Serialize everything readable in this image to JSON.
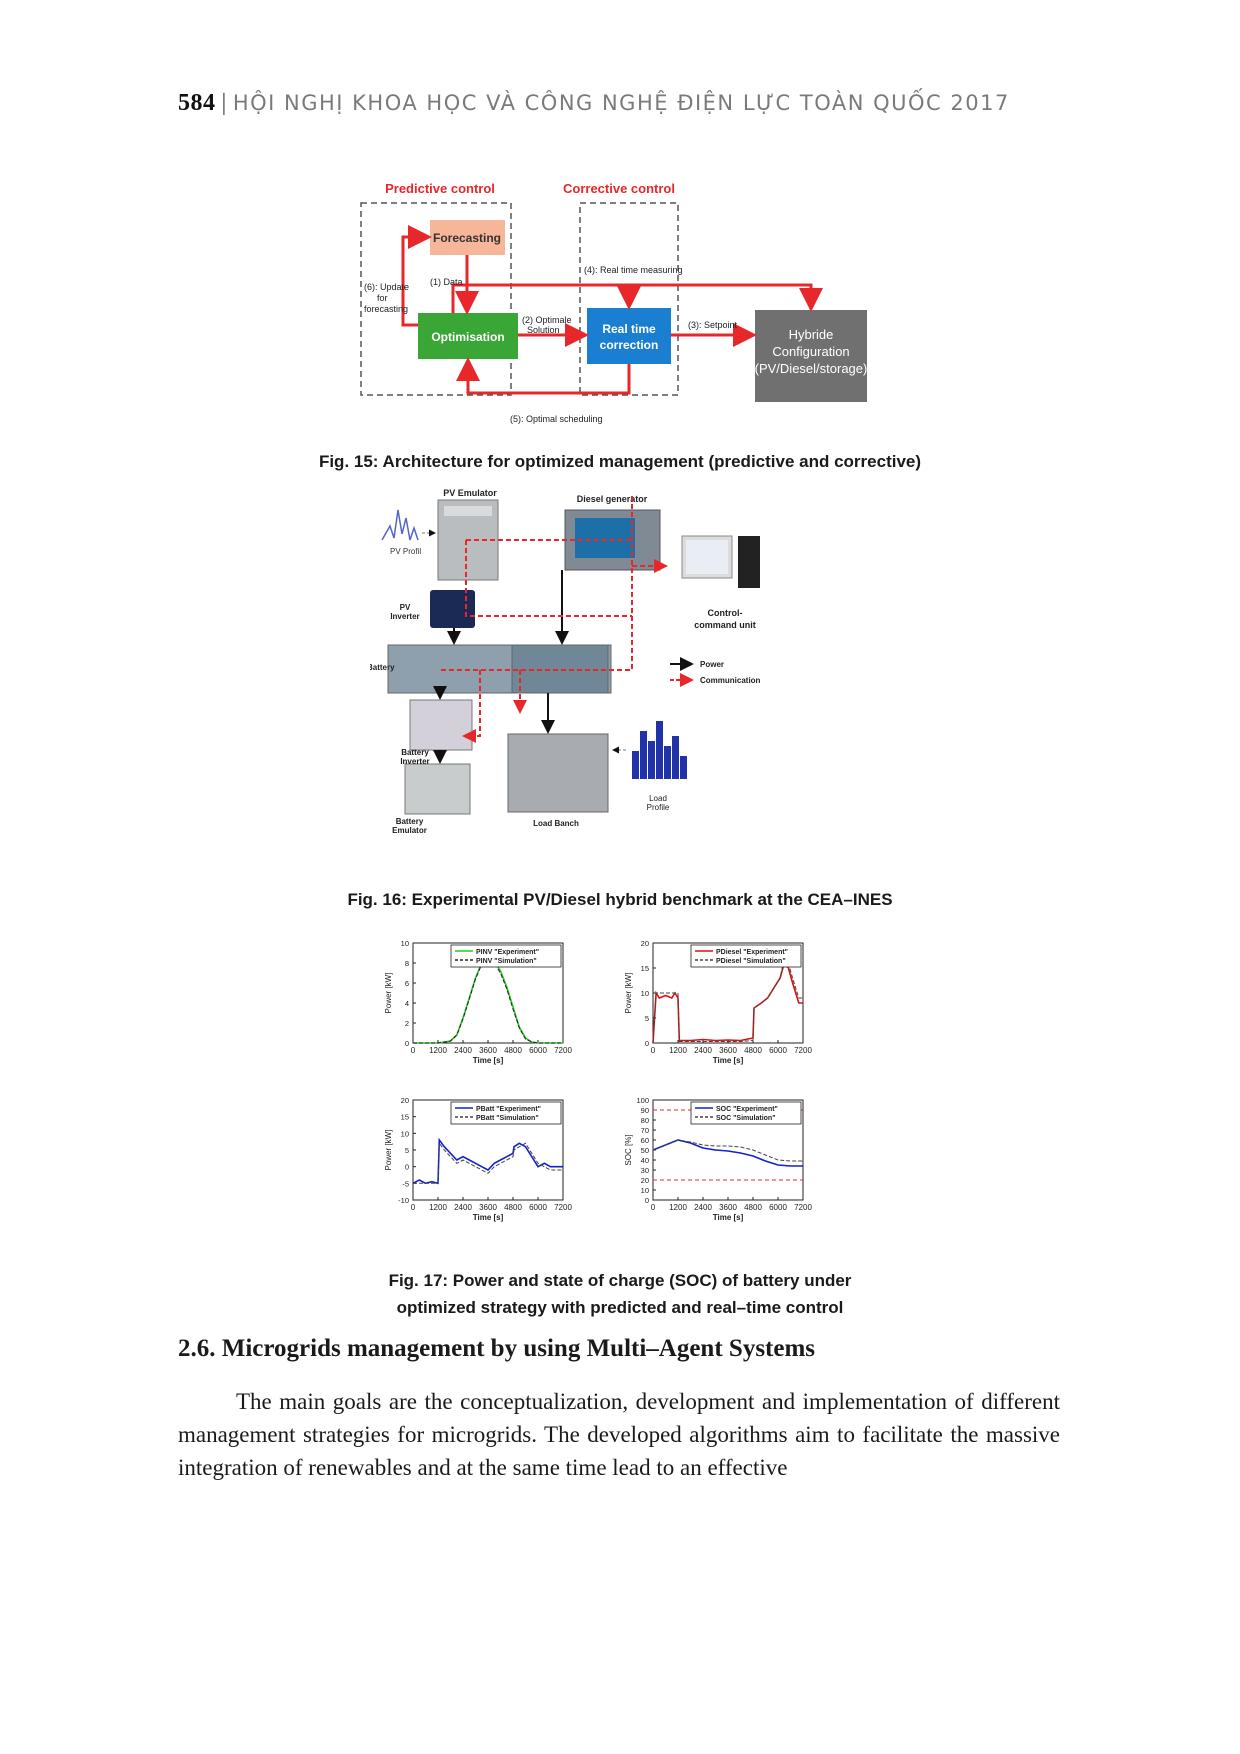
{
  "header": {
    "page_number": "584",
    "separator": "|",
    "conference": "HỘI NGHỊ KHOA HỌC VÀ CÔNG NGHỆ ĐIỆN LỰC TOÀN QUỐC 2017"
  },
  "fig15": {
    "caption": "Fig. 15: Architecture for optimized management (predictive and corrective)",
    "predictive_label": "Predictive control",
    "corrective_label": "Corrective control",
    "forecasting": "Forecasting",
    "optimisation": "Optimisation",
    "realtime_line1": "Real time",
    "realtime_line2": "correction",
    "hybrid_line1": "Hybride",
    "hybrid_line2": "Configuration",
    "hybrid_line3": "(PV/Diesel/storage)",
    "lbl_data": "(1) Data",
    "lbl_update1": "(6): Update",
    "lbl_update2": "for",
    "lbl_update3": "forecasting",
    "lbl_optimale1": "(2) Optimale",
    "lbl_optimale2": "Solution",
    "lbl_realtime_measuring": "(4): Real time measuring",
    "lbl_setpoint": "(3): Setpoint",
    "lbl_scheduling": "(5): Optimal scheduling",
    "colors": {
      "red": "#e8272a",
      "green": "#3aa636",
      "blue": "#1a7fd0",
      "gray": "#707070",
      "orange": "#f7b59a"
    }
  },
  "fig16": {
    "caption": "Fig. 16: Experimental PV/Diesel hybrid benchmark at the CEA–INES",
    "pv_emulator": "PV Emulator",
    "diesel_generator": "Diesel generator",
    "pv_profil": "PV Profil",
    "pv_inverter1": "PV",
    "pv_inverter2": "Inverter",
    "control1": "Control-",
    "control2": "command unit",
    "battery_inverter1": "Battery",
    "battery_inverter2": "Inverter",
    "battery_emulator1": "Battery",
    "battery_emulator2": "Emulator",
    "load_banch": "Load Banch",
    "load_profile1": "Load",
    "load_profile2": "Profile",
    "legend_power": "Power",
    "legend_communication": "Communication"
  },
  "fig17": {
    "caption_line1": "Fig. 17: Power and state of charge (SOC) of battery under",
    "caption_line2": "optimized strategy with predicted and real–time control"
  },
  "chart_data": [
    {
      "type": "line",
      "xlabel": "Time [s]",
      "ylabel": "Power [kW]",
      "xticks": [
        0,
        1200,
        2400,
        3600,
        4800,
        6000,
        7200
      ],
      "yticks": [
        0,
        2,
        4,
        6,
        8,
        10
      ],
      "ylim": [
        0,
        10
      ],
      "xlim": [
        0,
        7200
      ],
      "legend": "top-right",
      "series": [
        {
          "name": "PINV \"Experiment\"",
          "color": "#22cc22",
          "style": "solid",
          "x": [
            0,
            600,
            1200,
            1800,
            2100,
            2400,
            2700,
            3000,
            3300,
            3600,
            3900,
            4200,
            4500,
            4800,
            5100,
            5400,
            5700,
            6000,
            7200
          ],
          "y": [
            0,
            0,
            0,
            0.2,
            0.8,
            2.5,
            4.5,
            6.5,
            8.0,
            8.6,
            8.2,
            7.2,
            5.6,
            3.6,
            1.6,
            0.5,
            0.1,
            0,
            0
          ]
        },
        {
          "name": "PINV \"Simulation\"",
          "color": "#222222",
          "style": "dashed",
          "x": [
            0,
            600,
            1200,
            1800,
            2100,
            2400,
            2700,
            3000,
            3300,
            3600,
            3900,
            4200,
            4500,
            4800,
            5100,
            5400,
            5700,
            6000,
            7200
          ],
          "y": [
            0,
            0,
            0,
            0.2,
            0.8,
            2.4,
            4.4,
            6.4,
            7.9,
            8.4,
            8.0,
            7.0,
            5.4,
            3.4,
            1.5,
            0.4,
            0.1,
            0,
            0
          ]
        }
      ]
    },
    {
      "type": "line",
      "xlabel": "Time [s]",
      "ylabel": "Power [kW]",
      "xticks": [
        0,
        1200,
        2400,
        3600,
        4800,
        6000,
        7200
      ],
      "yticks": [
        0,
        5,
        10,
        15,
        20
      ],
      "ylim": [
        0,
        20
      ],
      "xlim": [
        0,
        7200
      ],
      "legend": "top-right",
      "series": [
        {
          "name": "PDiesel \"Experiment\"",
          "color": "#dd1111",
          "style": "solid",
          "x": [
            0,
            150,
            300,
            600,
            900,
            1050,
            1200,
            1260,
            1800,
            2400,
            3000,
            3600,
            4200,
            4800,
            4850,
            5200,
            5500,
            5800,
            6100,
            6300,
            6500,
            6700,
            7000,
            7200
          ],
          "y": [
            0,
            10,
            9,
            9.5,
            9,
            10,
            9,
            0.5,
            0.5,
            0.7,
            0.5,
            0.6,
            0.5,
            1,
            7,
            8,
            9,
            11,
            13,
            16,
            15,
            12,
            8,
            8
          ]
        },
        {
          "name": "PDiesel \"Simulation\"",
          "color": "#444444",
          "style": "dashed",
          "x": [
            0,
            150,
            300,
            600,
            900,
            1050,
            1200,
            1260,
            1800,
            2400,
            3000,
            3600,
            4200,
            4800,
            4850,
            5200,
            5500,
            5800,
            6100,
            6300,
            6500,
            6700,
            7000,
            7200
          ],
          "y": [
            0,
            10,
            10,
            10,
            10,
            10,
            10,
            0.3,
            0.3,
            0.3,
            0.3,
            0.3,
            0.3,
            0.5,
            7,
            8,
            9,
            11,
            13,
            17,
            16,
            13,
            9,
            9
          ]
        }
      ]
    },
    {
      "type": "line",
      "xlabel": "Time [s]",
      "ylabel": "Power [kW]",
      "xticks": [
        0,
        1200,
        2400,
        3600,
        4800,
        6000,
        7200
      ],
      "yticks": [
        -10,
        -5,
        0,
        5,
        10,
        15,
        20
      ],
      "ylim": [
        -10,
        20
      ],
      "xlim": [
        0,
        7200
      ],
      "legend": "top-right",
      "series": [
        {
          "name": "PBatt \"Experiment\"",
          "color": "#1122cc",
          "style": "solid",
          "x": [
            0,
            300,
            600,
            900,
            1200,
            1260,
            1500,
            1800,
            2100,
            2400,
            2700,
            3000,
            3300,
            3600,
            3900,
            4200,
            4500,
            4800,
            4850,
            5100,
            5400,
            5700,
            6000,
            6300,
            6600,
            7200
          ],
          "y": [
            -5,
            -4,
            -5,
            -4.5,
            -5,
            8,
            6,
            4,
            2,
            3,
            2,
            1,
            0,
            -1,
            1,
            2,
            3,
            4,
            6,
            7,
            6,
            3,
            0,
            1,
            0,
            0
          ]
        },
        {
          "name": "PBatt \"Simulation\"",
          "color": "#444444",
          "style": "dashed",
          "x": [
            0,
            300,
            600,
            900,
            1200,
            1260,
            1500,
            1800,
            2100,
            2400,
            2700,
            3000,
            3300,
            3600,
            3900,
            4200,
            4500,
            4800,
            4850,
            5100,
            5400,
            5700,
            6000,
            6300,
            6600,
            7200
          ],
          "y": [
            -5,
            -5,
            -5,
            -5,
            -5,
            7,
            5,
            3,
            1,
            2,
            1,
            0,
            -1,
            -2,
            0,
            1,
            2,
            3,
            5,
            6,
            7,
            4,
            1,
            0,
            -1,
            -1
          ]
        }
      ]
    },
    {
      "type": "line",
      "xlabel": "Time [s]",
      "ylabel": "SOC [%]",
      "xticks": [
        0,
        1200,
        2400,
        3600,
        4800,
        6000,
        7200
      ],
      "yticks": [
        0,
        10,
        20,
        30,
        40,
        50,
        60,
        70,
        80,
        90,
        100
      ],
      "ylim": [
        0,
        100
      ],
      "xlim": [
        0,
        7200
      ],
      "legend": "top-right",
      "reference_lines": [
        90,
        20
      ],
      "series": [
        {
          "name": "SOC \"Experiment\"",
          "color": "#1122cc",
          "style": "solid",
          "x": [
            0,
            600,
            1200,
            1800,
            2400,
            3000,
            3600,
            4200,
            4800,
            5400,
            6000,
            6600,
            7200
          ],
          "y": [
            50,
            55,
            60,
            57,
            52,
            50,
            49,
            47,
            44,
            39,
            35,
            34,
            34
          ]
        },
        {
          "name": "SOC \"Simulation\"",
          "color": "#444444",
          "style": "dashed",
          "x": [
            0,
            600,
            1200,
            1800,
            2400,
            3000,
            3600,
            4200,
            4800,
            5400,
            6000,
            6600,
            7200
          ],
          "y": [
            50,
            55,
            60,
            58,
            55,
            54,
            54,
            53,
            50,
            45,
            40,
            39,
            39
          ]
        }
      ]
    }
  ],
  "section": {
    "title": "2.6. Microgrids management by using Multi–Agent Systems",
    "paragraph": "The main goals are the conceptualization, development and implementation of different management strategies for microgrids. The developed algorithms aim to facilitate the massive integration of renewables and at the same time lead to an effective"
  }
}
